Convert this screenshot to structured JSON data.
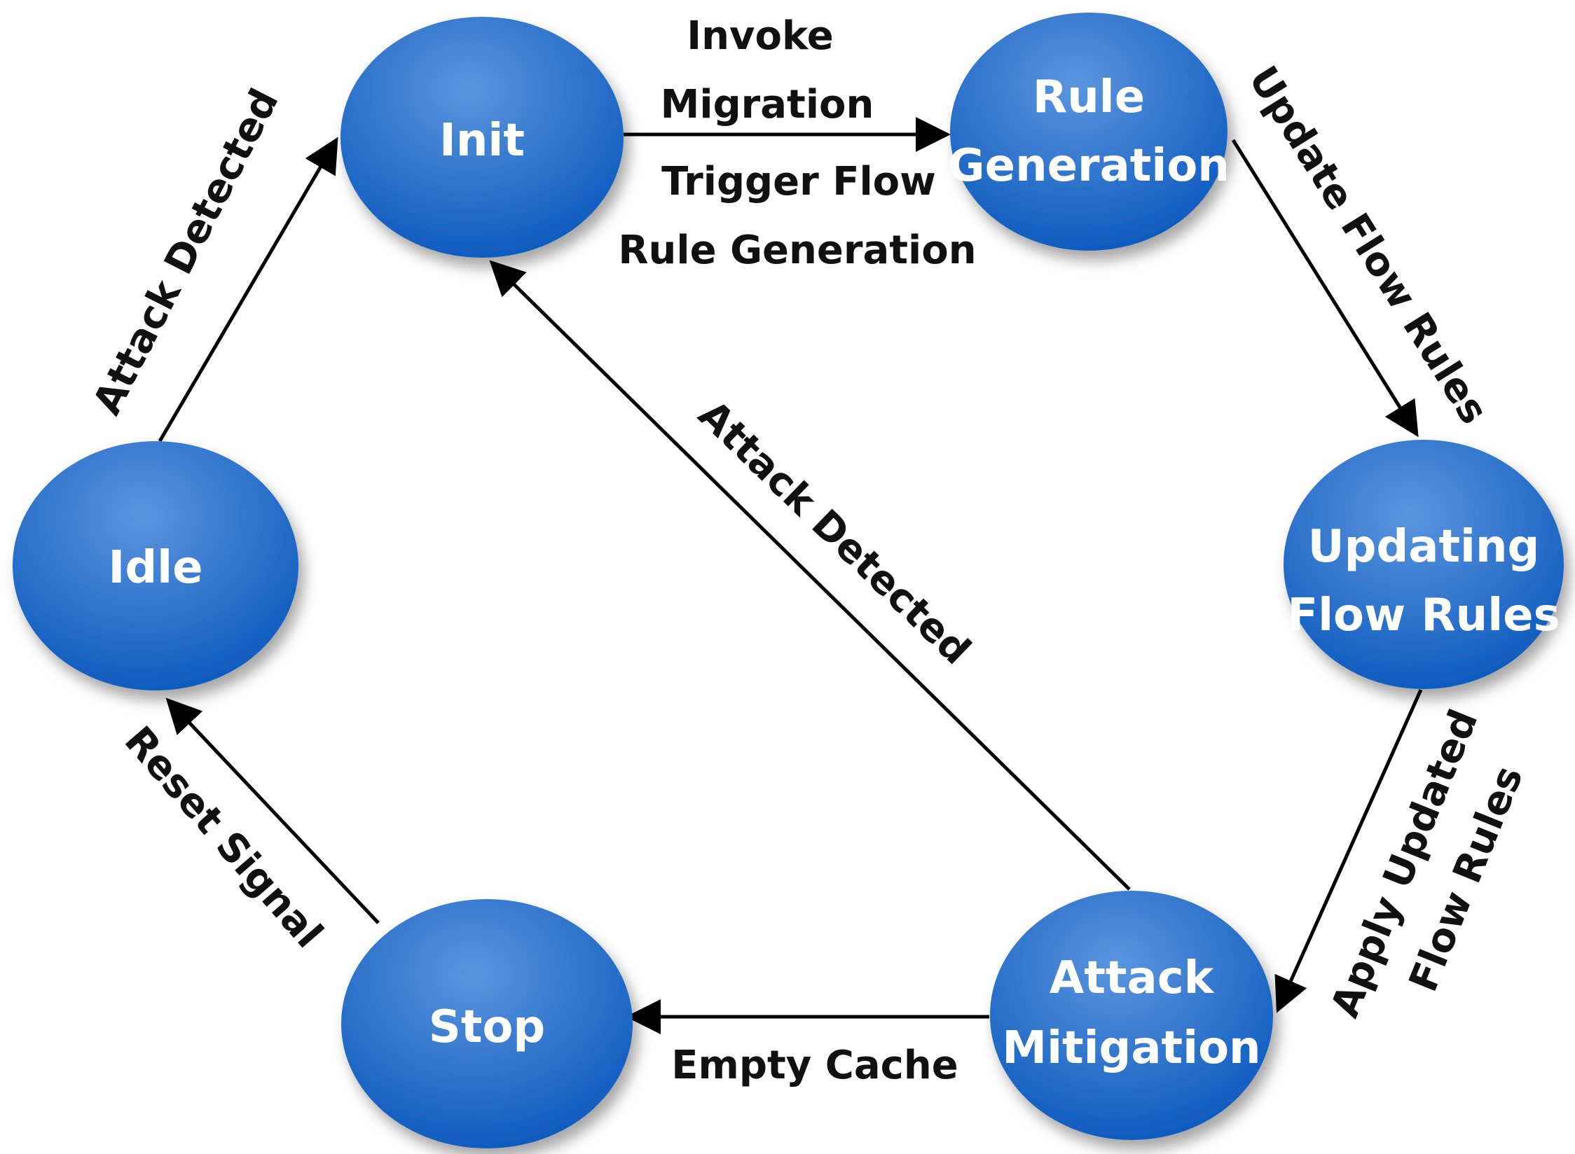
{
  "colors": {
    "node_fill_top": "#4f8ad8",
    "node_fill_bottom": "#0b5bc0",
    "node_text": "#ffffff",
    "edge": "#000000",
    "edge_text": "#111111"
  },
  "nodes": {
    "init": {
      "line1": "Init",
      "line2": ""
    },
    "rule_generation": {
      "line1": "Rule",
      "line2": "Generation"
    },
    "updating_flow_rules": {
      "line1": "Updating",
      "line2": "Flow Rules"
    },
    "attack_mitigation": {
      "line1": "Attack",
      "line2": "Mitigation"
    },
    "stop": {
      "line1": "Stop",
      "line2": ""
    },
    "idle": {
      "line1": "Idle",
      "line2": ""
    }
  },
  "edges": {
    "init_to_rule_generation": {
      "label_above_1": "Invoke",
      "label_above_2": "Migration",
      "label_below_1": "Trigger Flow",
      "label_below_2": "Rule Generation"
    },
    "rule_generation_to_updating": {
      "label": "Update Flow Rules"
    },
    "updating_to_attack_mitigation": {
      "label_1": "Apply Updated",
      "label_2": "Flow Rules"
    },
    "attack_mitigation_to_stop": {
      "label": "Empty Cache"
    },
    "stop_to_idle": {
      "label": "Reset Signal"
    },
    "idle_to_init": {
      "label": "Attack Detected"
    },
    "attack_mitigation_to_init": {
      "label": "Attack Detected"
    }
  }
}
